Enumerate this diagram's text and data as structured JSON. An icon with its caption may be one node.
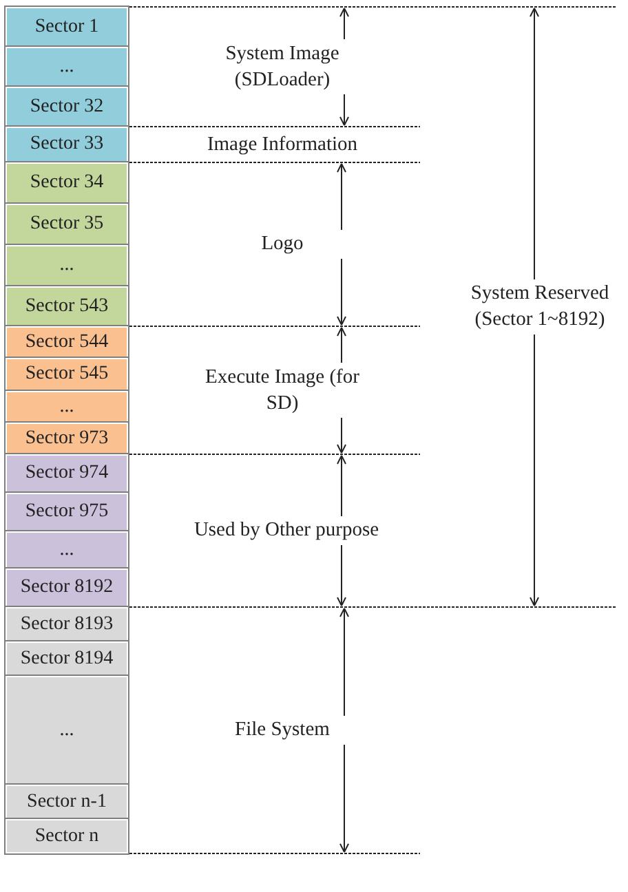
{
  "diagram": {
    "nodes": [
      {
        "text": [
          "Sector 1"
        ]
      },
      {
        "text": [
          "..."
        ]
      },
      {
        "text": [
          "Sector 32"
        ]
      },
      {
        "text": [
          "Sector 33"
        ]
      },
      {
        "text": [
          "Sector 34"
        ]
      },
      {
        "text": [
          "Sector 35"
        ]
      },
      {
        "text": [
          "..."
        ]
      },
      {
        "text": [
          "Sector 543"
        ]
      },
      {
        "text": [
          "Sector 544"
        ]
      },
      {
        "text": [
          "Sector 545"
        ]
      },
      {
        "text": [
          "..."
        ]
      },
      {
        "text": [
          "Sector 973"
        ]
      },
      {
        "text": [
          "Sector 974"
        ]
      },
      {
        "text": [
          "Sector 975"
        ]
      },
      {
        "text": [
          "..."
        ]
      },
      {
        "text": [
          "Sector 8192"
        ]
      },
      {
        "text": [
          "Sector 8193"
        ]
      },
      {
        "text": [
          "Sector 8194"
        ]
      },
      {
        "text": [
          "..."
        ]
      },
      {
        "text": [
          "Sector n-1"
        ]
      },
      {
        "text": [
          "Sector n"
        ]
      }
    ],
    "edges": [],
    "labels": [
      "System Image (SDLoader)",
      "Image Information",
      "Logo",
      "Execute Image (for SD)",
      "Used by Other purpose",
      "System Reserved (Sector 1~8192)",
      "File System"
    ]
  }
}
